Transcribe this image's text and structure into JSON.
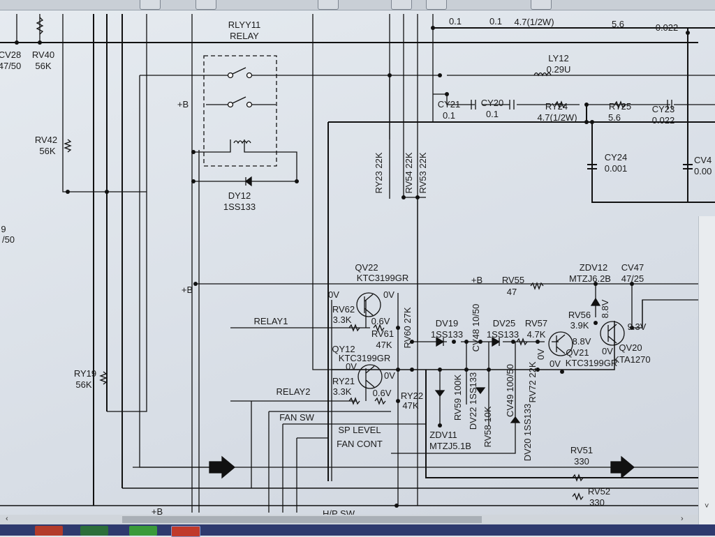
{
  "relay": {
    "ref": "RLYY11",
    "name": "RELAY"
  },
  "labels": {
    "cv28": {
      "ref": "CV28",
      "val": "47/50"
    },
    "rv40": {
      "ref": "RV40",
      "val": "56K"
    },
    "rv42": {
      "ref": "RV42",
      "val": "56K"
    },
    "ry19": {
      "ref": "RY19",
      "val": "56K"
    },
    "dy12": {
      "ref": "DY12",
      "val": "1SS133"
    },
    "left_cut": {
      "a": "9",
      "b": "/50"
    },
    "plus_b": "+B",
    "qv22": {
      "ref": "QV22",
      "val": "KTC3199GR"
    },
    "qy12": {
      "ref": "QY12",
      "val": "KTC3199GR"
    },
    "qv21": {
      "ref": "QV21",
      "val": "KTC3199GR"
    },
    "qv20": {
      "ref": "QV20",
      "val": "KTA1270"
    },
    "rv62": {
      "ref": "RV62",
      "val": "3.3K"
    },
    "rv61": {
      "ref": "RV61",
      "val": "47K"
    },
    "rv60": "RV60 27K",
    "ry21": {
      "ref": "RY21",
      "val": "3.3K"
    },
    "ry22": {
      "ref": "RY22",
      "val": "47K"
    },
    "dv19": {
      "ref": "DV19",
      "val": "1SS133"
    },
    "cv48": "CV48 10/50",
    "dv25": {
      "ref": "DV25",
      "val": "1SS133"
    },
    "rv57": {
      "ref": "RV57",
      "val": "4.7K"
    },
    "rv55": {
      "ref": "RV55",
      "val": "47"
    },
    "zdv12": {
      "ref": "ZDV12",
      "val": "MTZJ6.2B"
    },
    "cv47": {
      "ref": "CV47",
      "val": "47/25"
    },
    "rv56": {
      "ref": "RV56",
      "val": "3.9K"
    },
    "zdv11": {
      "ref": "ZDV11",
      "val": "MTZJ5.1B"
    },
    "rv59": "RV59 100K",
    "dv22": "DV22 1SS133",
    "rv58": "RV58 10K",
    "cv49": "CV49 100/50",
    "rv72": "RV72 22K",
    "dv20": "DV20 1SS133",
    "ry23": "RY23 22K",
    "rv54": "RV54 22K",
    "rv53": "RV53 22K",
    "ly12": {
      "ref": "LY12",
      "val": "0.29U"
    },
    "cy21": {
      "ref": "CY21",
      "val": "0.1"
    },
    "cy20": {
      "ref": "CY20",
      "val": "0.1"
    },
    "ry24": {
      "ref": "RY24",
      "val": "4.7(1/2W)"
    },
    "ry25": {
      "ref": "RY25",
      "val": "5.6"
    },
    "cy23": {
      "ref": "CY23",
      "val": "0.022"
    },
    "cy24": {
      "ref": "CY24",
      "val": "0.001"
    },
    "cv4x": {
      "ref": "CV4",
      "val": "0.00"
    },
    "top_row": [
      "0.1",
      "0.1",
      "4.7(1/2W)",
      "5.6",
      "0.022"
    ],
    "rv51": {
      "ref": "RV51",
      "val": "330"
    },
    "rv52": {
      "ref": "RV52",
      "val": "330"
    }
  },
  "voltages": {
    "v0": "0V",
    "v06": "0.6V",
    "v88": "8.8V",
    "v93": "9.3V"
  },
  "signals": {
    "relay1": "RELAY1",
    "relay2": "RELAY2",
    "fan_sw": "FAN SW",
    "sp_level": "SP LEVEL",
    "fan_cont": "FAN CONT",
    "hp_sw": "H/P SW"
  },
  "scroll": {
    "left": "‹",
    "right": "›",
    "down": "˅"
  }
}
